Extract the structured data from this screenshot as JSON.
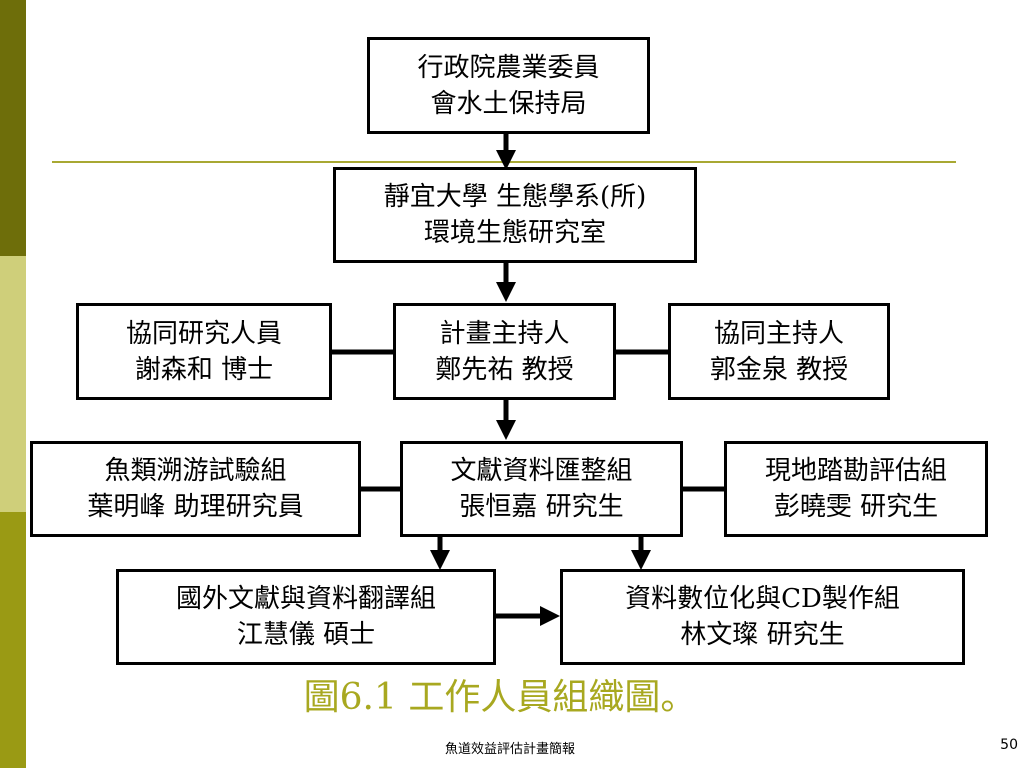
{
  "colors": {
    "sidebar_dark": "#6e6e0a",
    "sidebar_light": "#cfcf7a",
    "sidebar_mid": "#9a9a14",
    "rule": "#a8a832",
    "caption": "#a8a820"
  },
  "boxes": {
    "agency": {
      "line1": "行政院農業委員",
      "line2": "會水土保持局"
    },
    "university": {
      "line1": "靜宜大學 生態學系(所)",
      "line2": "環境生態研究室"
    },
    "co_researcher": {
      "line1": "協同研究人員",
      "line2": "謝森和 博士"
    },
    "pi": {
      "line1": "計畫主持人",
      "line2": "鄭先祐 教授"
    },
    "co_pi": {
      "line1": "協同主持人",
      "line2": "郭金泉 教授"
    },
    "fish_group": {
      "line1": "魚類溯游試驗組",
      "line2": "葉明峰 助理研究員"
    },
    "literature_group": {
      "line1": "文獻資料匯整組",
      "line2": "張恒嘉 研究生"
    },
    "field_group": {
      "line1": "現地踏勘評估組",
      "line2": "彭曉雯 研究生"
    },
    "translation_group": {
      "line1": "國外文獻與資料翻譯組",
      "line2": "江慧儀 碩士"
    },
    "digitize_group": {
      "line1": "資料數位化與CD製作組",
      "line2": "林文璨 研究生"
    }
  },
  "caption": "圖6.1 工作人員組織圖。",
  "footer": "魚道效益評估計畫簡報",
  "page_number": "50"
}
